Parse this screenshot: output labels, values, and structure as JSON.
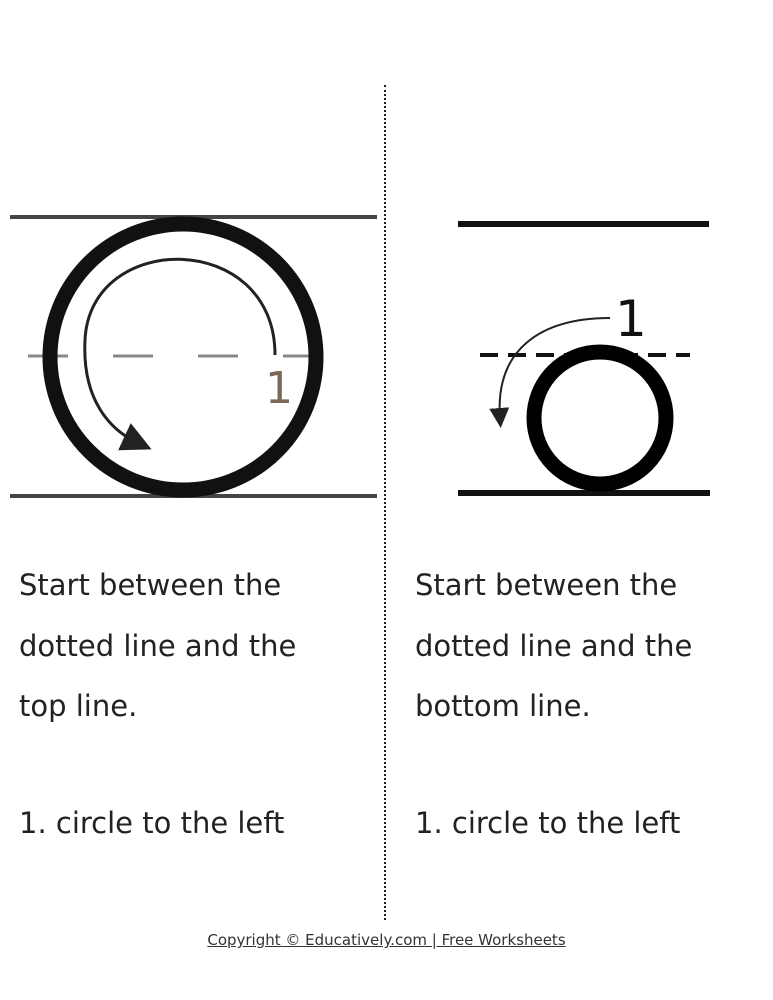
{
  "panels": [
    {
      "number_label": "1",
      "instruction_lines": [
        "Start between the",
        "dotted line and the",
        "top line."
      ],
      "step": "1. circle to the left"
    },
    {
      "number_label": "1",
      "instruction_lines": [
        "Start between the",
        "dotted line and the",
        "bottom line."
      ],
      "step": "1. circle to the left"
    }
  ],
  "footer": "Copyright © Educatively.com | Free Worksheets"
}
